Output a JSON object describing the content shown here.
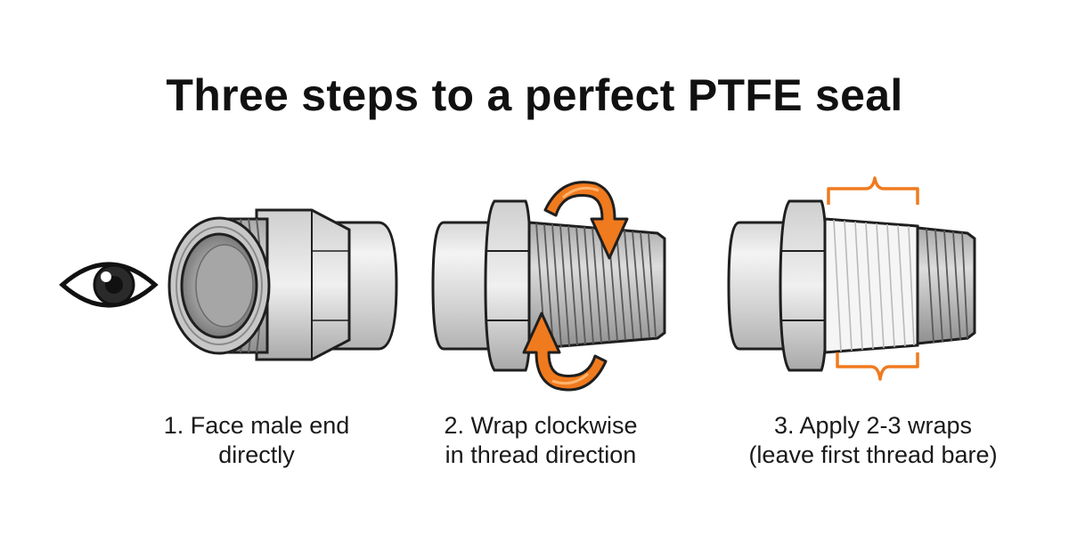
{
  "title": "Three steps to a perfect PTFE seal",
  "steps": [
    {
      "line1": "1. Face male end",
      "line2": "directly",
      "icon": "eye-icon"
    },
    {
      "line1": "2. Wrap clockwise",
      "line2": "in thread direction",
      "icon": "clockwise-arrows-icon"
    },
    {
      "line1": "3. Apply 2-3 wraps",
      "line2": "(leave first thread bare)",
      "icon": "bracket-icon"
    }
  ],
  "colors": {
    "accent": "#F07A1E",
    "metal_light": "#E2E2E2",
    "metal_mid": "#BDBDBD",
    "metal_dark": "#8E8E8E",
    "outline": "#1F1F1F",
    "tape": "#F7F7F7"
  }
}
